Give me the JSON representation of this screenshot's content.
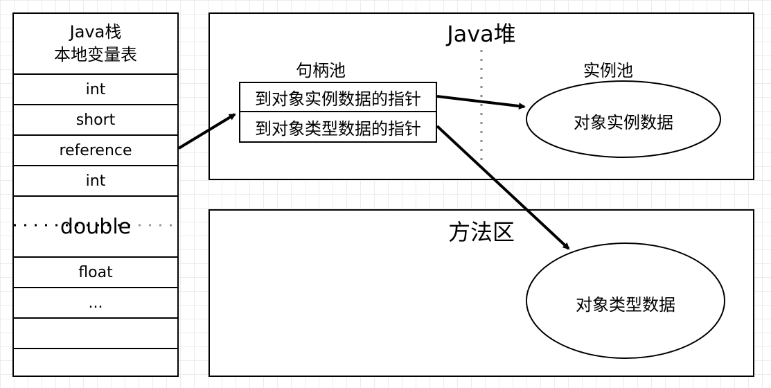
{
  "stack": {
    "header_line1": "Java栈",
    "header_line2": "本地变量表",
    "rows": [
      "int",
      "short",
      "reference",
      "int",
      "double",
      "float",
      "...",
      "",
      ""
    ]
  },
  "heap": {
    "title": "Java堆",
    "handle_pool_label": "句柄池",
    "instance_pool_label": "实例池",
    "pointer_to_instance": "到对象实例数据的指针",
    "pointer_to_type": "到对象类型数据的指针",
    "instance_data": "对象实例数据"
  },
  "method_area": {
    "title": "方法区",
    "type_data": "对象类型数据"
  }
}
